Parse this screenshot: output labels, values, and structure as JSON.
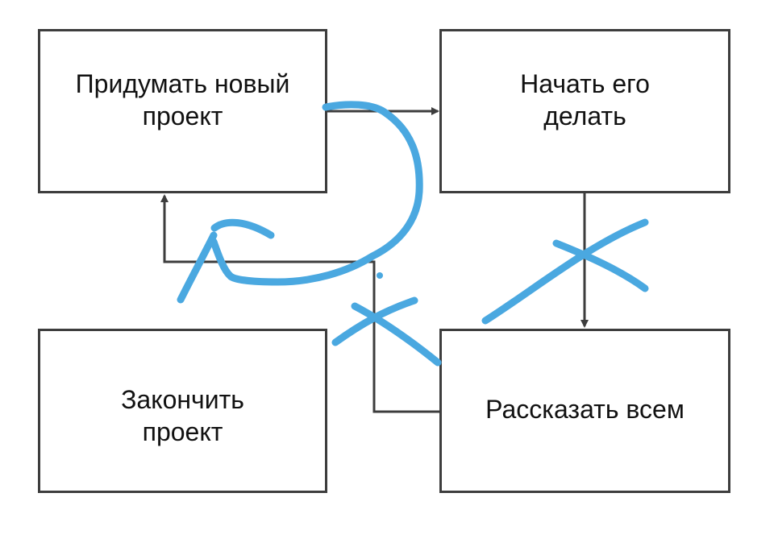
{
  "diagram": {
    "nodes": [
      {
        "id": "idea",
        "label": "Придумать новый\nпроект"
      },
      {
        "id": "start",
        "label": "Начать его\nделать"
      },
      {
        "id": "finish",
        "label": "Закончить\nпроект"
      },
      {
        "id": "tell",
        "label": "Рассказать всем"
      }
    ],
    "edges": [
      {
        "from": "idea",
        "to": "start",
        "crossed_out": false
      },
      {
        "from": "start",
        "to": "tell",
        "crossed_out": true
      },
      {
        "from": "tell",
        "to": "idea",
        "crossed_out": true
      }
    ],
    "annotation": {
      "type": "hand-drawn loop arrow",
      "from": "idea",
      "to": "idea"
    }
  },
  "colors": {
    "box_border": "#3d3d3d",
    "connector": "#3d3d3d",
    "marker": "#4aa8e0",
    "text": "#111111",
    "background": "#ffffff"
  }
}
